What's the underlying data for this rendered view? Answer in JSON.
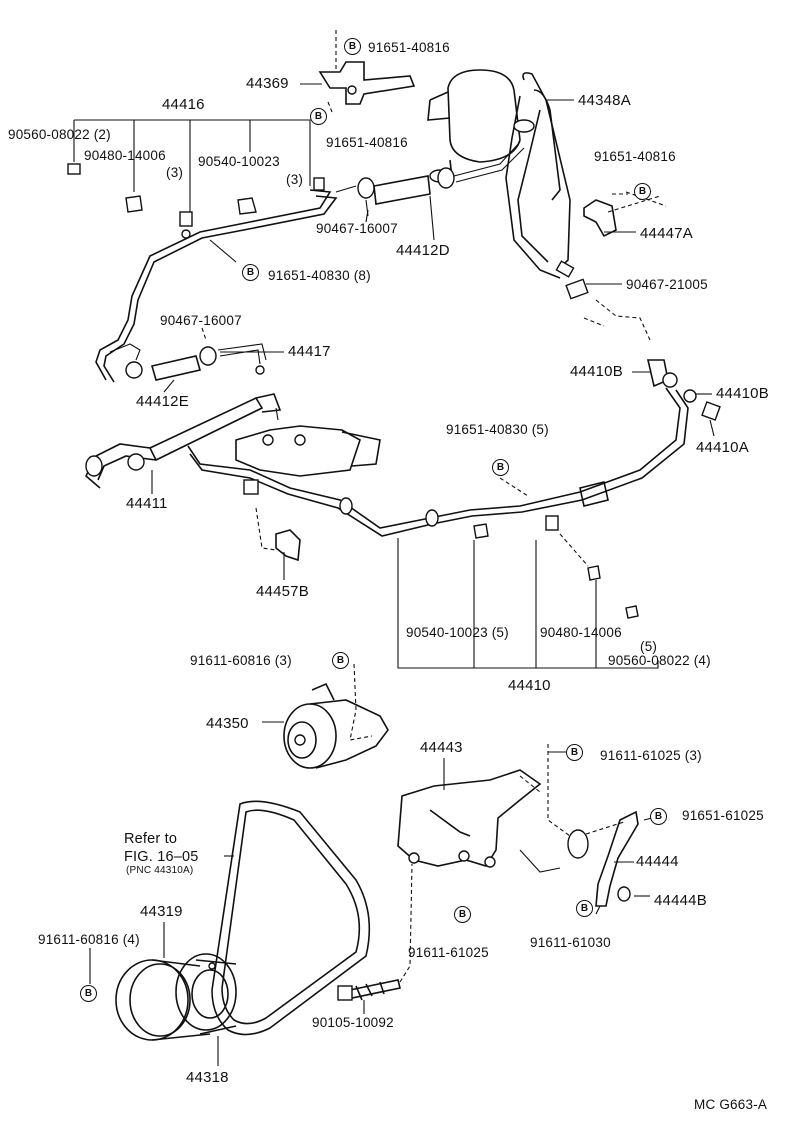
{
  "labels": {
    "p44369": "44369",
    "p91651_40816_a": "91651-40816",
    "p91651_40816_b": "91651-40816",
    "p91651_40816_c": "91651-40816",
    "p44348A": "44348A",
    "p44416": "44416",
    "p90560_08022_2": "90560-08022 (2)",
    "p90480_14006": "90480-14006",
    "p90480_14006_qty": "(3)",
    "p90540_10023": "90540-10023",
    "p90540_10023_qty": "(3)",
    "p90467_16007_a": "90467-16007",
    "p44412D": "44412D",
    "p44447A": "44447A",
    "p91651_40830_8": "91651-40830 (8)",
    "p90467_21005": "90467-21005",
    "p90467_16007_b": "90467-16007",
    "p44417": "44417",
    "p44410B_a": "44410B",
    "p44410B_b": "44410B",
    "p44412E": "44412E",
    "p44410A": "44410A",
    "p91651_40830_5": "91651-40830 (5)",
    "p44411": "44411",
    "p44457B": "44457B",
    "p90540_10023_5": "90540-10023 (5)",
    "p90480_14006_b": "90480-14006",
    "p90480_14006_b_qty": "(5)",
    "p90560_08022_4": "90560-08022 (4)",
    "p44410": "44410",
    "p91611_60816_3": "91611-60816 (3)",
    "p44350": "44350",
    "p44443": "44443",
    "p91611_61025_3": "91611-61025 (3)",
    "p91651_61025": "91651-61025",
    "p44444": "44444",
    "p44444B": "44444B",
    "p91611_61025": "91611-61025",
    "p91611_61030": "91611-61030",
    "p44319": "44319",
    "p91611_60816_4": "91611-60816 (4)",
    "p90105_10092": "90105-10092",
    "p44318": "44318",
    "refer_to": "Refer to",
    "refer_fig": "FIG. 16–05",
    "refer_pnc": "(PNC 44310A)",
    "footer_code": "MC G663-A"
  },
  "bolt_marker_letter": "B"
}
